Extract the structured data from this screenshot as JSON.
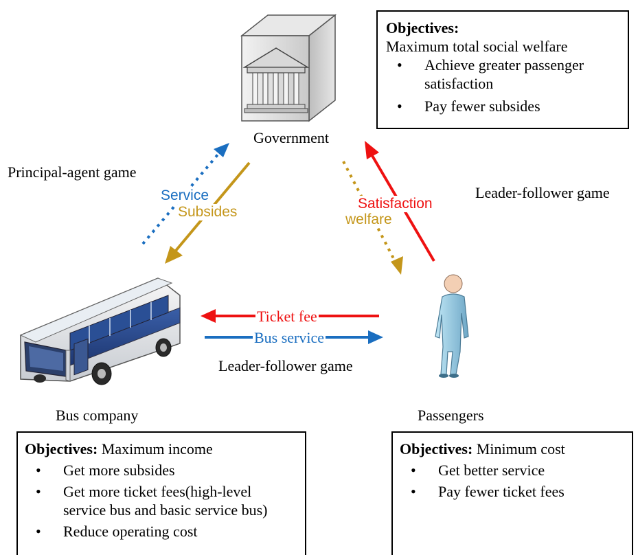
{
  "nodes": {
    "government": "Government",
    "bus_company": "Bus company",
    "passengers": "Passengers"
  },
  "games": {
    "principal_agent": "Principal-agent game",
    "leader_follower_right": "Leader-follower game",
    "leader_follower_bottom": "Leader-follower game"
  },
  "flows": {
    "service": "Service",
    "subsides": "Subsides",
    "satisfaction": "Satisfaction",
    "welfare": "welfare",
    "ticket_fee": "Ticket fee",
    "bus_service": "Bus service"
  },
  "boxes": {
    "government": {
      "heading_bold": "Objectives:",
      "heading_rest": "",
      "subheading": "Maximum total social welfare",
      "items": [
        "Achieve greater passenger satisfaction",
        "Pay fewer subsides"
      ]
    },
    "bus_company": {
      "heading_bold": "Objectives:",
      "heading_rest": " Maximum income",
      "items": [
        "Get more subsides",
        "Get more ticket fees(high-level service bus and basic service bus)",
        "Reduce operating cost"
      ]
    },
    "passengers": {
      "heading_bold": "Objectives:",
      "heading_rest": " Minimum cost",
      "items": [
        "Get better service",
        "Pay fewer ticket fees"
      ]
    }
  },
  "colors": {
    "red": "#ee1111",
    "blue": "#1a6ec0",
    "gold": "#c4961a"
  },
  "icons": [
    "government-building-icon",
    "bus-icon",
    "passenger-person-icon"
  ]
}
